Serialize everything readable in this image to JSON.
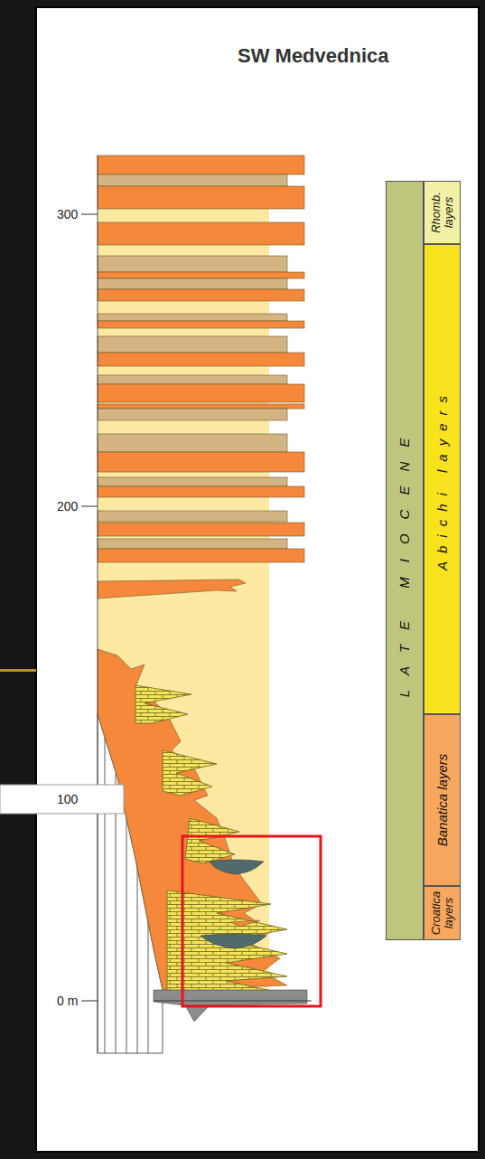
{
  "diagram": {
    "title": "SW Medvednica",
    "nodes": [
      {
        "text": [
          "LATE MIOCENE"
        ]
      },
      {
        "text": [
          "Rhomb. layers"
        ]
      },
      {
        "text": [
          "Abichi layers"
        ]
      },
      {
        "text": [
          "Banatica layers"
        ]
      },
      {
        "text": [
          "Croatica layers"
        ]
      }
    ],
    "labels": [
      "300",
      "200",
      "100",
      "0 m"
    ]
  }
}
